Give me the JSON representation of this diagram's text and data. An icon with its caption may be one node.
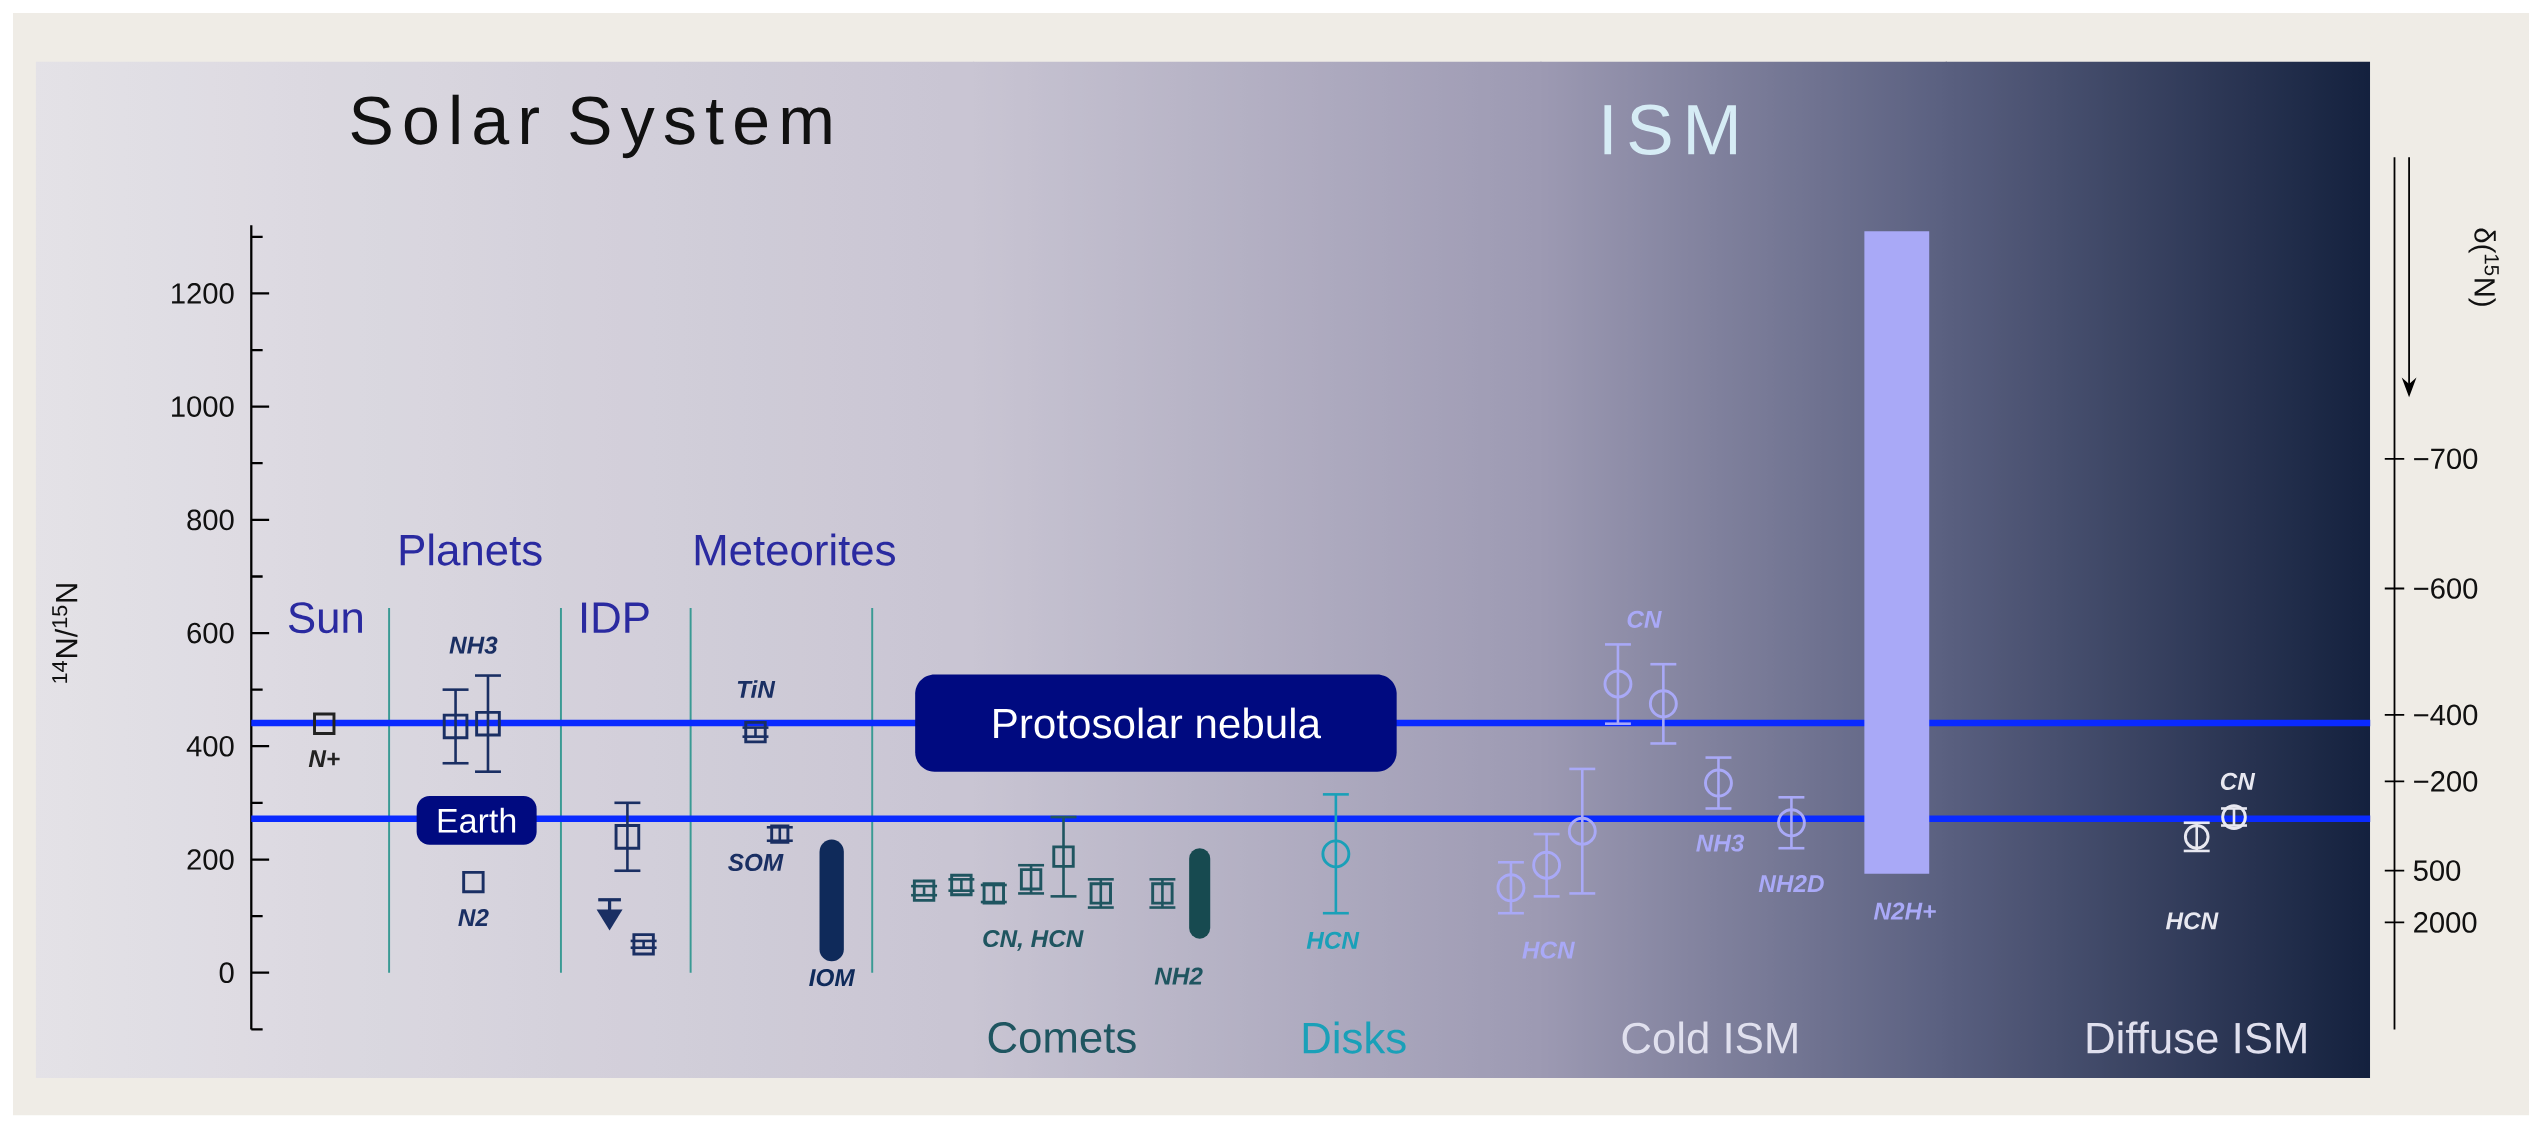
{
  "diagram": {
    "nodes": [
      {
        "text": [
          "Protosolar nebula"
        ]
      },
      {
        "text": [
          "Earth"
        ]
      }
    ],
    "labels": [
      "Solar System",
      "ISM",
      "1200",
      "1000",
      "800",
      "600",
      "400",
      "200",
      "0",
      "$^{14}$N/$^{15}$N",
      "δ($^{15}$N)",
      "−700",
      "−600",
      "−400",
      "−200",
      "500",
      "2000",
      "Planets",
      "Meteorites",
      "Sun",
      "IDP",
      "CN",
      "NH3",
      "TiN",
      "N+",
      "CN",
      "NH3",
      "SOM",
      "NH2D",
      "N2",
      "N2H+",
      "HCN",
      "CN, HCN",
      "HCN",
      "HCN",
      "IOM",
      "NH2",
      "Comets",
      "Disks",
      "Cold ISM",
      "Diffuse ISM"
    ]
  }
}
